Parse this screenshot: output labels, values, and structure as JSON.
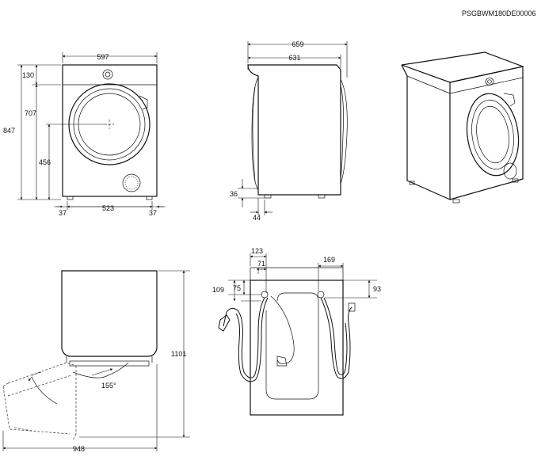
{
  "doc_code": "PSGBWM180DE00006",
  "front_view": {
    "width": "597",
    "top_height": "130",
    "door_height": "707",
    "total_height": "847",
    "door_center_height": "456",
    "foot_left": "37",
    "foot_span": "523",
    "foot_right": "37"
  },
  "side_view": {
    "depth_total": "659",
    "depth_body": "631",
    "foot_height": "36",
    "foot_offset": "44"
  },
  "door_open_view": {
    "door_angle": "155°",
    "total_height_open": "1101",
    "depth_open": "948"
  },
  "rear_view": {
    "inlet_offset_outer": "123",
    "inlet_offset_inner": "71",
    "hose_offset_right": "169",
    "top_offset_left_outer": "109",
    "top_offset_left_inner": "75",
    "top_offset_right": "93"
  },
  "colors": {
    "line": "#111111",
    "background": "#ffffff"
  }
}
